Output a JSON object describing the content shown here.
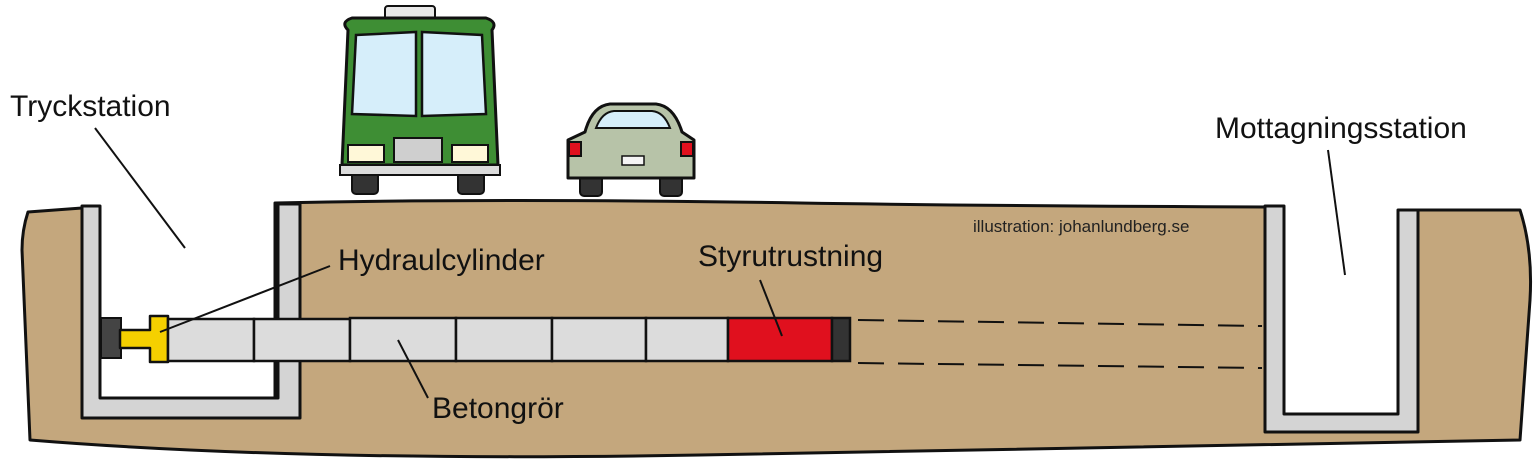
{
  "labels": {
    "push_station": "Tryckstation",
    "hydraulic_cylinder": "Hydraulcylinder",
    "steering_equipment": "Styrutrustning",
    "concrete_pipe": "Betongrör",
    "receiving_station": "Mottagningsstation",
    "credit": "illustration: johanlundberg.se"
  },
  "colors": {
    "soil": "#c4a77d",
    "pipe": "#dcdcdc",
    "steering_head": "#e0101e",
    "cylinder": "#f5d000",
    "bus": "#3e8e34",
    "car": "#b7c3a8",
    "shaft_wall": "#d4d4d4"
  }
}
